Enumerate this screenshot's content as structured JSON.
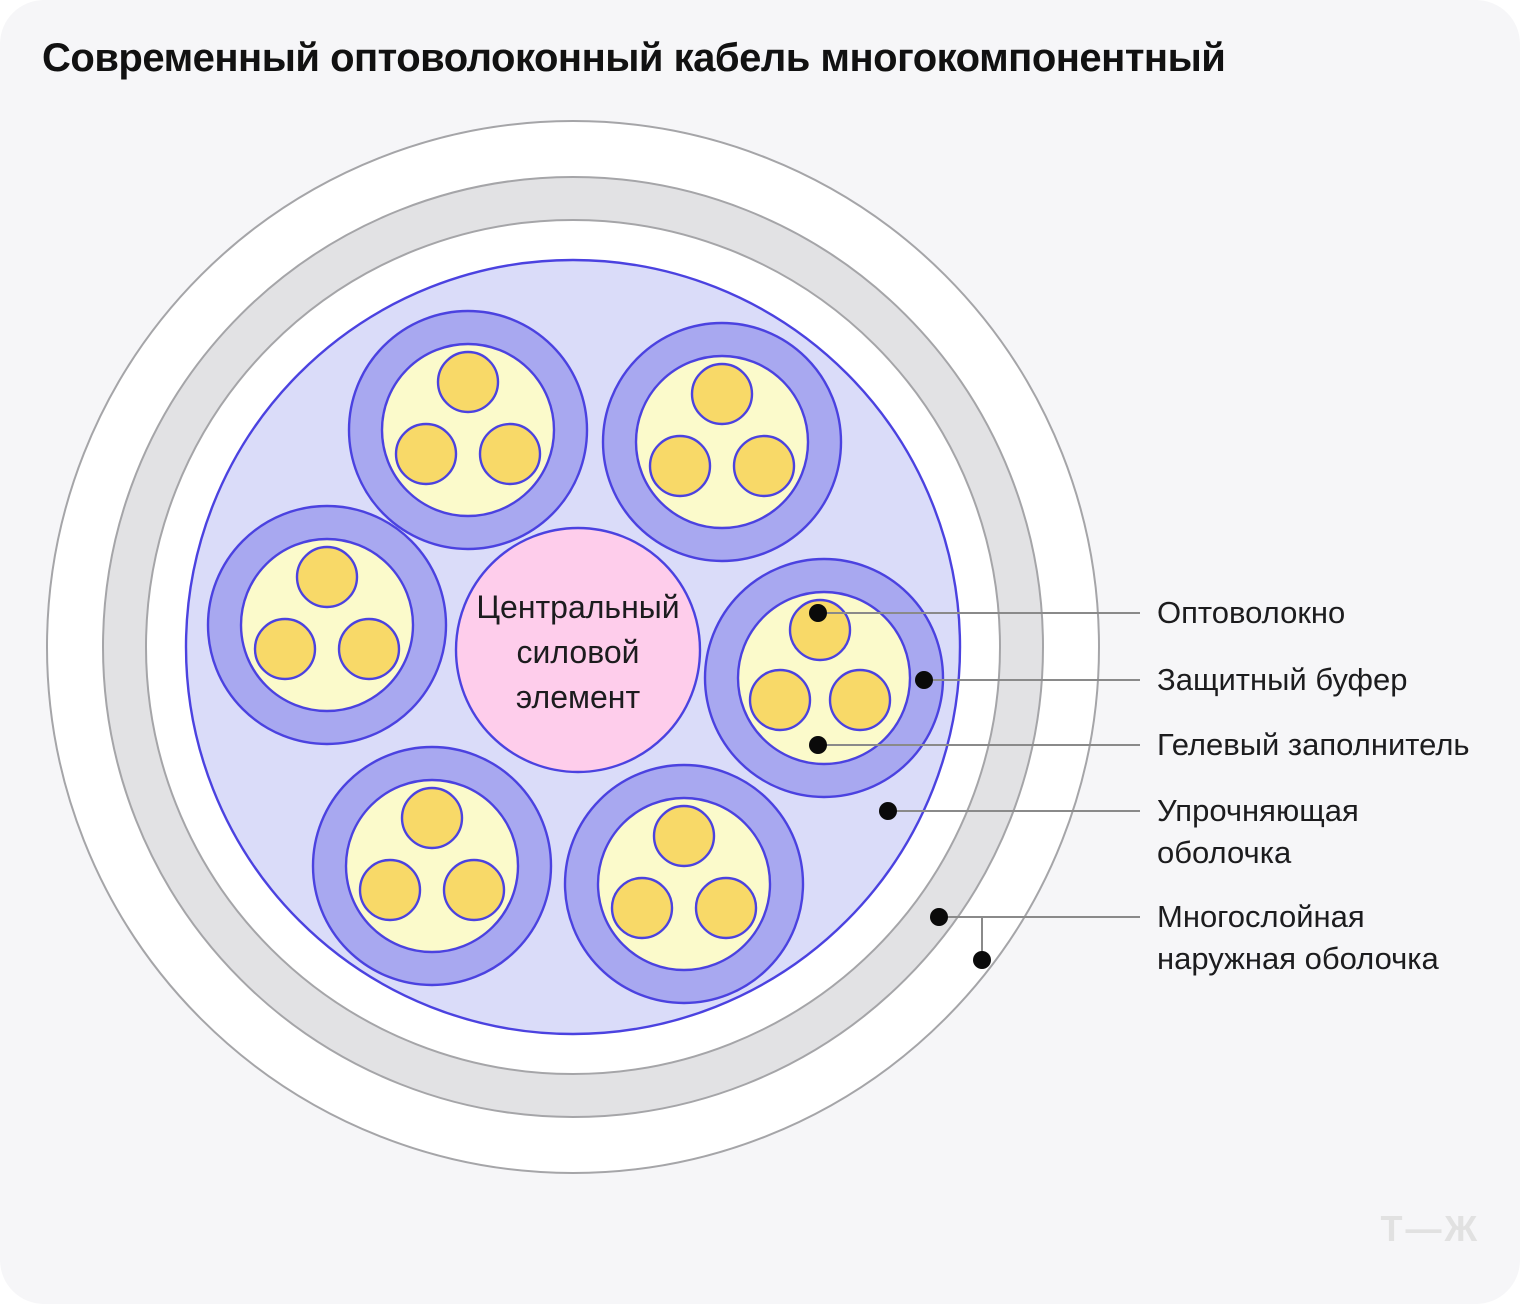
{
  "title": "Современный оптоволоконный кабель многокомпонентный",
  "diagram": {
    "center_element": {
      "lines": [
        "Центральный",
        "силовой",
        "элемент"
      ]
    },
    "callouts": [
      {
        "id": "fiber",
        "lines": [
          "Оптоволокно"
        ]
      },
      {
        "id": "buffer",
        "lines": [
          "Защитный буфер"
        ]
      },
      {
        "id": "gel",
        "lines": [
          "Гелевый заполнитель"
        ]
      },
      {
        "id": "strength",
        "lines": [
          "Упрочняющая",
          "оболочка"
        ]
      },
      {
        "id": "outer",
        "lines": [
          "Многослойная",
          "наружная оболочка"
        ]
      }
    ]
  },
  "footer": {
    "logo": "Т—Ж"
  },
  "colors": {
    "card_background": "#F6F6F8",
    "accent_blue_stroke": "#4B42E0",
    "buffer_purple": "#A8A8F0",
    "gel_pale_yellow": "#FBFACB",
    "fiber_yellow": "#F8D968",
    "strength_lavender": "#DADCF9",
    "center_pink": "#FECDEB",
    "jacket_gray": "#E2E2E4",
    "jacket_white": "#FFFFFF",
    "outline_gray": "#A5A5A8",
    "leader_line_gray": "#8A8A8A",
    "dot_black": "#0A0A0A",
    "text_black": "#1C1C1E",
    "logo_gray": "#E1E1E1"
  }
}
